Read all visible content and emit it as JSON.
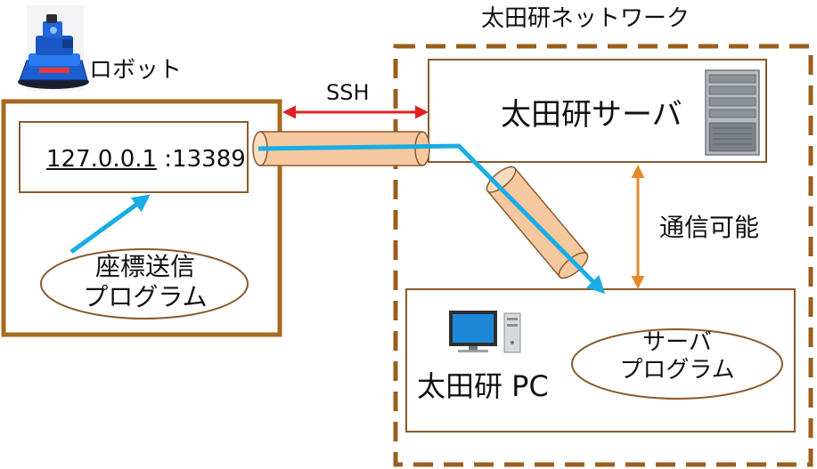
{
  "robot": {
    "label": "ロボット",
    "address_ip": "127.0.0.1",
    "address_port": " :13389",
    "program_line1": "座標送信",
    "program_line2": "プログラム"
  },
  "network": {
    "label": "太田研ネットワーク"
  },
  "ssh_label": "SSH",
  "server": {
    "label": "太田研サーバ"
  },
  "communication_label": "通信可能",
  "pc": {
    "label": "太田研 PC",
    "program_line1": "サーバ",
    "program_line2": "プログラム"
  },
  "colors": {
    "robot_border": "#a56a1e",
    "tunnel_fill": "#f6c8a0",
    "tunnel_stroke": "#8a5a2c",
    "data_arrow": "#1aace4",
    "ssh_arrow": "#e02020",
    "comm_arrow": "#e58a2a"
  }
}
